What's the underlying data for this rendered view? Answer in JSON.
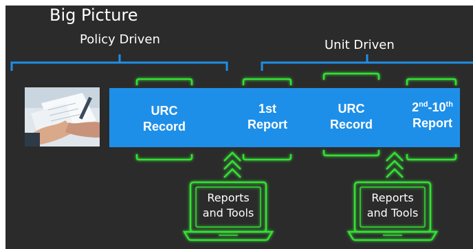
{
  "title": "Big Picture",
  "sections": {
    "policy_driven": "Policy Driven",
    "unit_driven": "Unit Driven"
  },
  "steps": [
    {
      "line1": "URC",
      "line2": "Record"
    },
    {
      "line1": "1st",
      "line2": "Report"
    },
    {
      "line1": "URC",
      "line2": "Record"
    },
    {
      "prefix1": "2",
      "sup1": "nd",
      "mid": "-10",
      "sup2": "th",
      "line2": "Report"
    }
  ],
  "laptops": [
    {
      "line1": "Reports",
      "line2": "and Tools"
    },
    {
      "line1": "Reports",
      "line2": "and Tools"
    }
  ],
  "image": {
    "name": "handshake-contract-photo"
  },
  "colors": {
    "background": "#2b2b2b",
    "band": "#1e8fe8",
    "bracket": "#1e8fe8",
    "accent_green": "#35e035",
    "text": "#ffffff"
  }
}
